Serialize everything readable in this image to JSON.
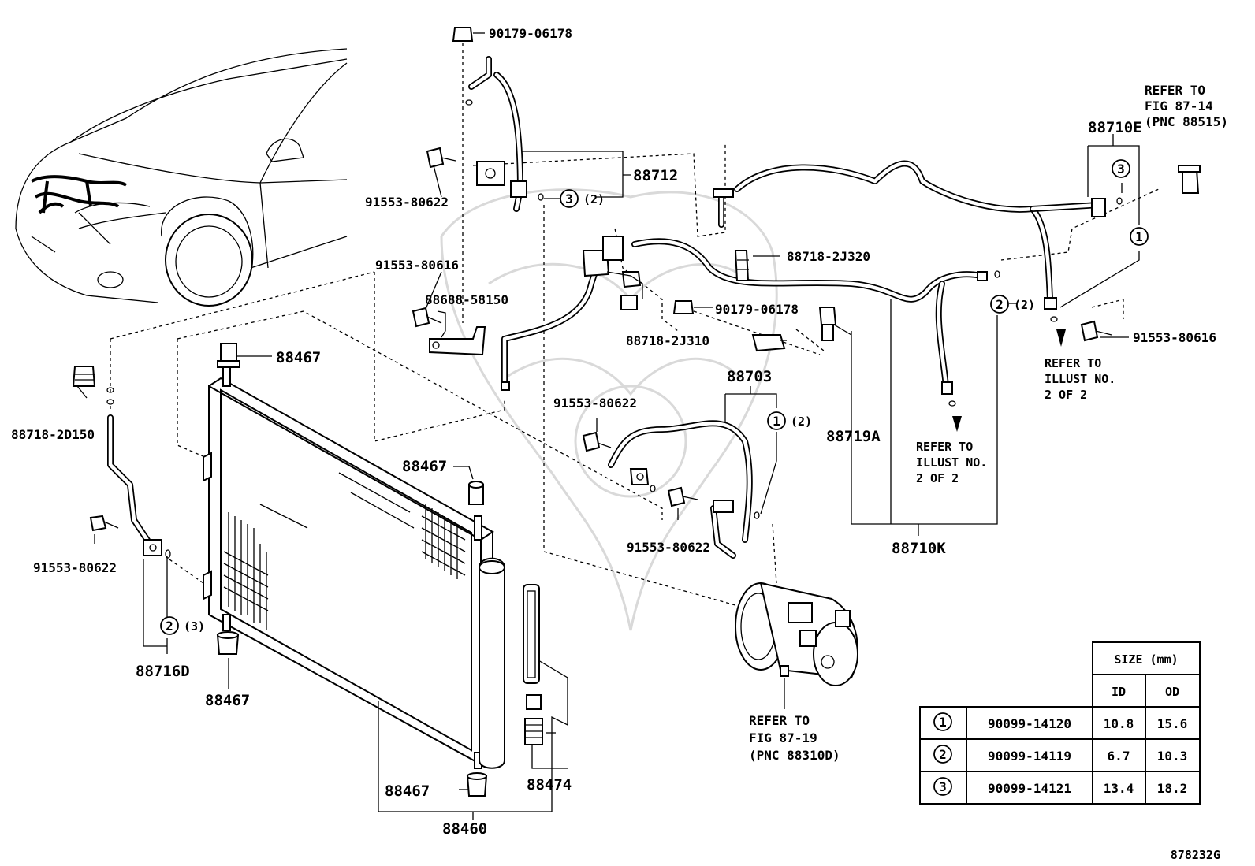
{
  "diagram_id": "878232G",
  "labels": {
    "p90179_top": "90179-06178",
    "p91553_80622_a": "91553-80622",
    "p88712": "88712",
    "p91553_80616_a": "91553-80616",
    "p88688": "88688-58150",
    "p88467_top": "88467",
    "p88718_2D150": "88718-2D150",
    "p91553_80622_b": "91553-80622",
    "p88716D": "88716D",
    "p88467_bl": "88467",
    "p88467_mid": "88467",
    "p88467_bot": "88467",
    "p88460": "88460",
    "p88474": "88474",
    "p88718_2J320": "88718-2J320",
    "p90179_mid": "90179-06178",
    "p88718_2J310": "88718-2J310",
    "p88703": "88703",
    "p91553_80622_c": "91553-80622",
    "p91553_80622_d": "91553-80622",
    "p88719A": "88719A",
    "p88710K": "88710K",
    "p88710E": "88710E",
    "p91553_80616_b": "91553-80616",
    "qty_2": "(2)",
    "qty_3": "(3)",
    "circ_1": "1",
    "circ_2": "2",
    "circ_3": "3"
  },
  "notes": {
    "refer_87_14": [
      "REFER TO",
      "FIG 87-14",
      "(PNC 88515)"
    ],
    "refer_illust_right": [
      "REFER TO",
      "ILLUST NO.",
      "2 OF 2"
    ],
    "refer_illust_mid": [
      "REFER TO",
      "ILLUST NO.",
      "2 OF 2"
    ],
    "refer_87_19": [
      "REFER TO",
      "FIG 87-19",
      "(PNC 88310D)"
    ]
  },
  "table": {
    "header_group": "SIZE (mm)",
    "col_id": "ID",
    "col_od": "OD",
    "rows": [
      {
        "ref": "1",
        "part": "90099-14120",
        "id": "10.8",
        "od": "15.6"
      },
      {
        "ref": "2",
        "part": "90099-14119",
        "id": "6.7",
        "od": "10.3"
      },
      {
        "ref": "3",
        "part": "90099-14121",
        "id": "13.4",
        "od": "18.2"
      }
    ]
  }
}
